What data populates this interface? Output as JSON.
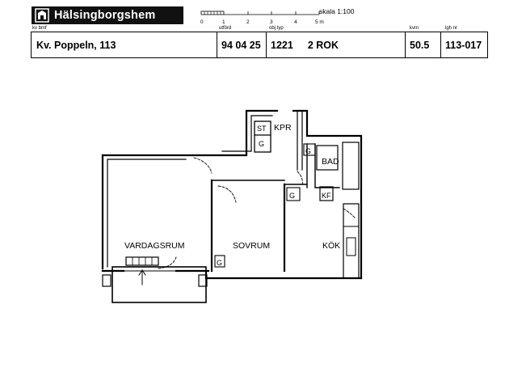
{
  "header": {
    "company": "Hälsingborgshem",
    "small_label": "kv bmf",
    "scale_text": "skala 1:100",
    "scale_ticks": [
      "0",
      "1",
      "2",
      "3",
      "4",
      "5 m"
    ],
    "labels": {
      "utford": "utförd",
      "objtyp": "obj typ",
      "kvm": "kvm",
      "lghnr": "lgh nr"
    }
  },
  "info": {
    "property": "Kv. Poppeln, 113",
    "date": "94 04 25",
    "object_type": "1221",
    "rooms": "2 ROK",
    "area": "50.5",
    "apartment_no": "113-017"
  },
  "plan": {
    "rooms": {
      "living": "VARDAGSRUM",
      "bedroom": "SOVRUM",
      "kitchen": "KÖK",
      "bath": "BAD",
      "closet_room": "KPR"
    },
    "marks": {
      "st": "ST",
      "g": "G",
      "kf": "KF"
    }
  }
}
